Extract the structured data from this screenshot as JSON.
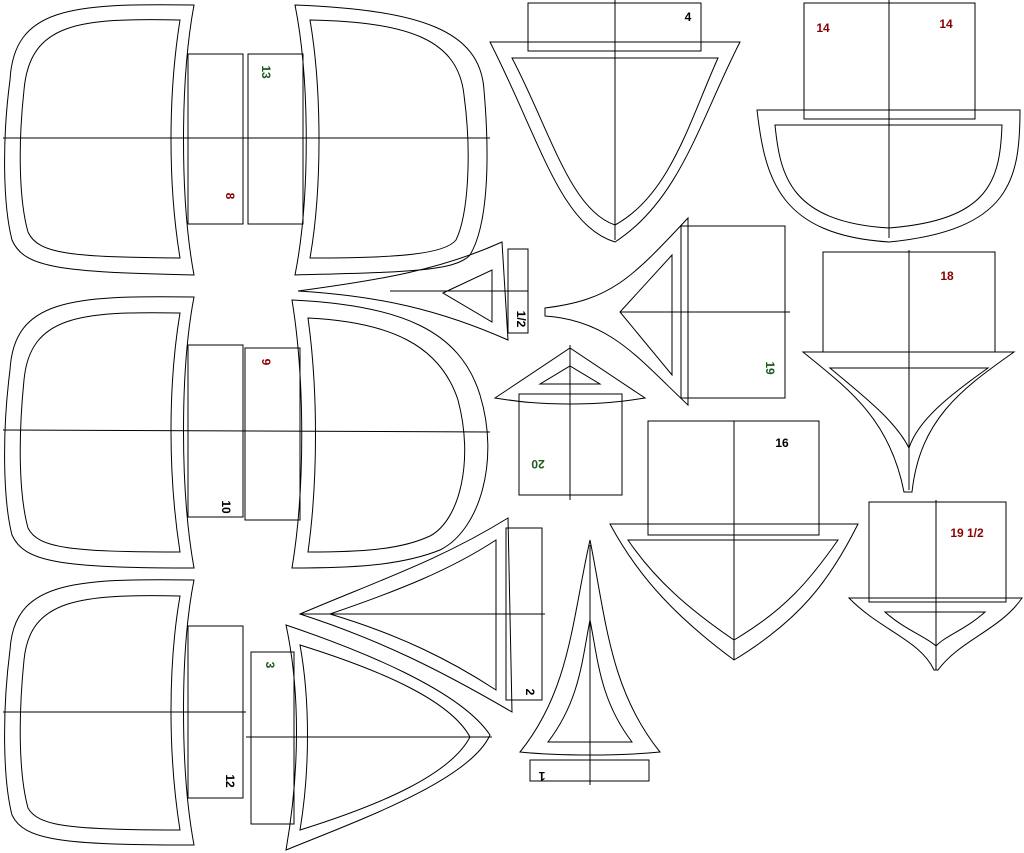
{
  "colors": {
    "background": "#ffffff",
    "stroke": "#000000",
    "label_black": "#000000",
    "label_red": "#8b0000",
    "label_green": "#1f5a1f"
  },
  "stations": {
    "s8": "8",
    "s13": "13",
    "s4": "4",
    "s14a": "14",
    "s14b": "14",
    "s1_2": "1/2",
    "s19": "19",
    "s18": "18",
    "s9": "9",
    "s10": "10",
    "s20": "20",
    "s16": "16",
    "s19_1_2": "19 1/2",
    "s3": "3",
    "s12": "12",
    "s2": "2",
    "s1": "1"
  }
}
